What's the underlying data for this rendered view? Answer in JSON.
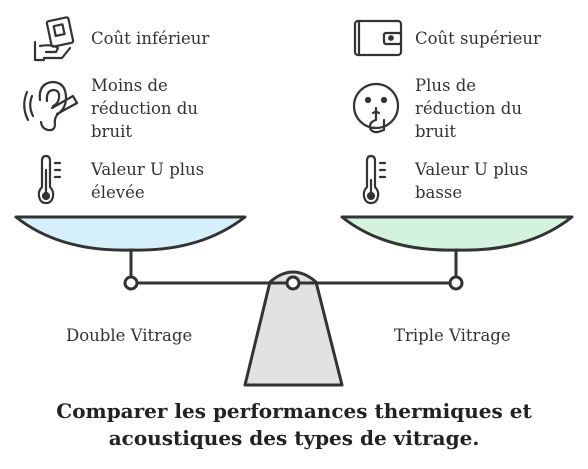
{
  "left": {
    "items": [
      {
        "icon": "money-hand-icon",
        "lines": [
          "Coût inférieur"
        ]
      },
      {
        "icon": "ear-icon",
        "lines": [
          "Moins de",
          "réduction du",
          "bruit"
        ]
      },
      {
        "icon": "thermometer-icon",
        "lines": [
          "Valeur U plus",
          "élevée"
        ]
      }
    ],
    "pan_label": "Double Vitrage",
    "pan_color": "#d6f0fb"
  },
  "right": {
    "items": [
      {
        "icon": "wallet-icon",
        "lines": [
          "Coût supérieur"
        ]
      },
      {
        "icon": "quiet-face-icon",
        "lines": [
          "Plus de",
          "réduction du",
          "bruit"
        ]
      },
      {
        "icon": "thermometer-icon",
        "lines": [
          "Valeur U plus",
          "basse"
        ]
      }
    ],
    "pan_label": "Triple Vitrage",
    "pan_color": "#d4f3df"
  },
  "caption": {
    "line1": "Comparer les performances thermiques et",
    "line2": "acoustiques des types de vitrage."
  }
}
